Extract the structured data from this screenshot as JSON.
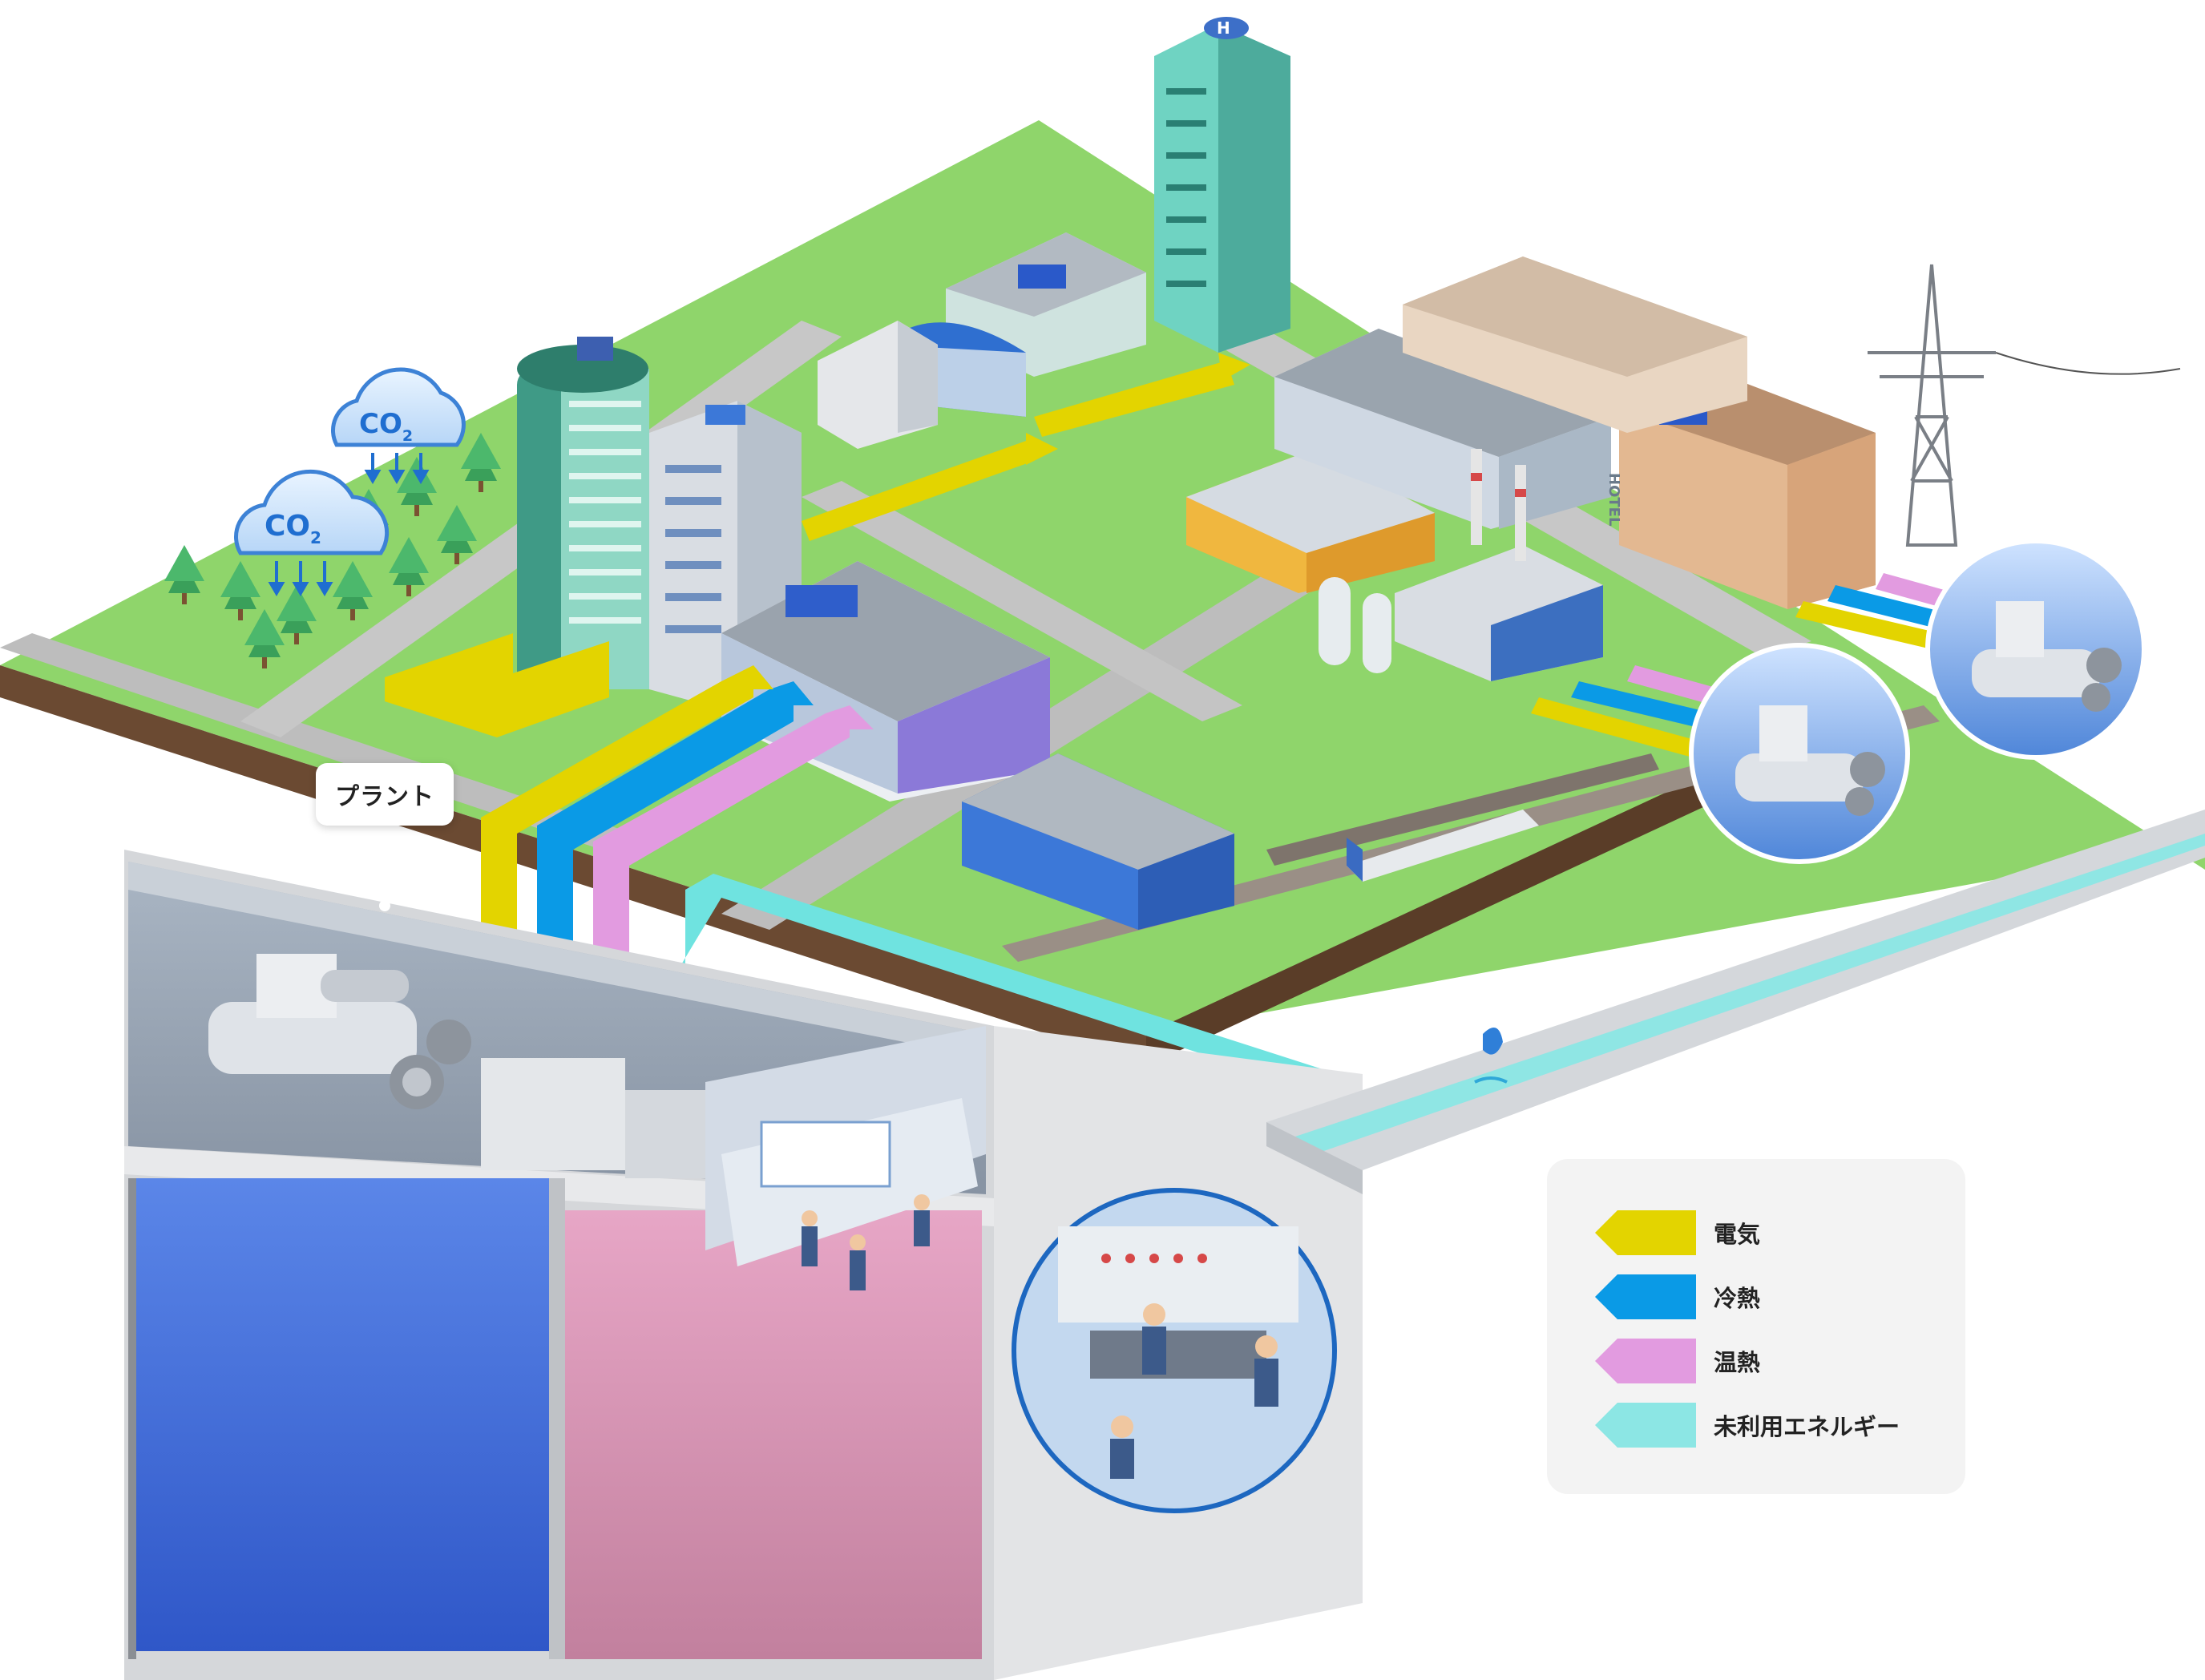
{
  "plant": {
    "label": "プラント"
  },
  "co2_clouds": [
    {
      "text": "CO",
      "subscript": "2"
    },
    {
      "text": "CO",
      "subscript": "2"
    }
  ],
  "hotel_sign": "HOTEL",
  "legend": {
    "items": [
      {
        "label": "電気",
        "color": "#e3d400"
      },
      {
        "label": "冷熱",
        "color": "#0a9ae6"
      },
      {
        "label": "温熱",
        "color": "#e29be0"
      },
      {
        "label": "未利用エネルギー",
        "color": "#8ce6e4"
      }
    ]
  },
  "colors": {
    "electricity": "#e3d400",
    "cooling": "#0a9ae6",
    "heating": "#e29be0",
    "unused_energy": "#6fe3e0",
    "ground": "#8fd56b",
    "soil": "#6b4a32",
    "cold_tank": "#3f6ed8",
    "warm_tank": "#d08bb0"
  },
  "icons": [
    "cloud-icon",
    "down-arrow-icon",
    "tree-icon",
    "building-icon",
    "pylon-icon",
    "chiller-icon",
    "fish-icon",
    "worker-icon",
    "arrow-left-icon"
  ]
}
